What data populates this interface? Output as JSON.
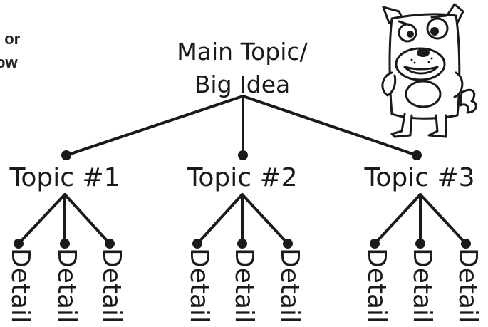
{
  "intro": {
    "line1": ", or",
    "line2": "ow"
  },
  "main_topic": {
    "line1": "Main Topic/",
    "line2": "Big Idea"
  },
  "topics": [
    {
      "label": "Topic #1",
      "details": [
        "Detail",
        "Detail",
        "Detail"
      ]
    },
    {
      "label": "Topic #2",
      "details": [
        "Detail",
        "Detail",
        "Detail"
      ]
    },
    {
      "label": "Topic #3",
      "details": [
        "Detail",
        "Detail",
        "Detail"
      ]
    }
  ],
  "colors": {
    "line": "#1a1a1a",
    "dot": "#1a1a1a",
    "background": "#ffffff"
  },
  "icons": {
    "mascot": "cartoon-dog-icon"
  }
}
